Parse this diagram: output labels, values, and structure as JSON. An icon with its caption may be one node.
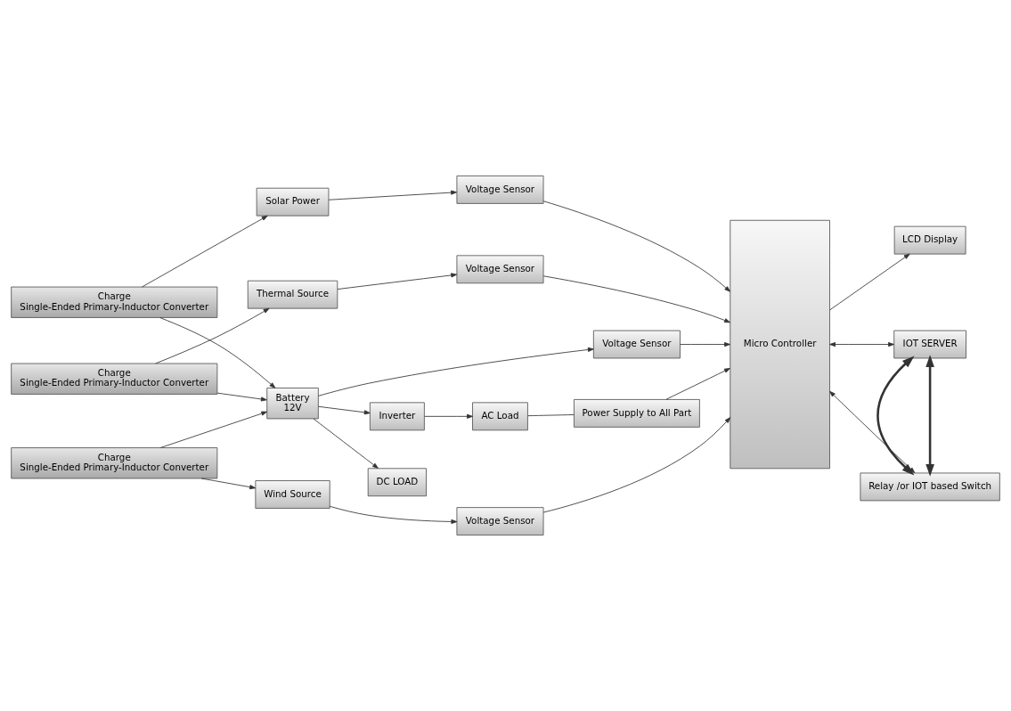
{
  "diagram": {
    "nodes": [
      {
        "text": [
          "Charge",
          "Single-Ended Primary-Inductor Converter"
        ]
      },
      {
        "text": [
          "Solar Power"
        ]
      },
      {
        "text": [
          "Voltage Sensor"
        ]
      },
      {
        "text": [
          "Charge",
          "Single-Ended Primary-Inductor Converter"
        ]
      },
      {
        "text": [
          "Thermal Source"
        ]
      },
      {
        "text": [
          "Voltage Sensor"
        ]
      },
      {
        "text": [
          "Charge",
          "Single-Ended Primary-Inductor Converter"
        ]
      },
      {
        "text": [
          "Wind Source"
        ]
      },
      {
        "text": [
          "Voltage Sensor"
        ]
      },
      {
        "text": [
          "Micro Controller"
        ]
      },
      {
        "text": [
          "LCD Display"
        ]
      },
      {
        "text": [
          "IOT SERVER"
        ]
      },
      {
        "text": [
          "Relay /or IOT based Switch"
        ]
      },
      {
        "text": [
          "Battery",
          "12V"
        ]
      },
      {
        "text": [
          "Voltage Sensor"
        ]
      },
      {
        "text": [
          "DC LOAD"
        ]
      },
      {
        "text": [
          "Inverter"
        ]
      },
      {
        "text": [
          "AC Load"
        ]
      },
      {
        "text": [
          "Power Supply to All Part"
        ]
      }
    ],
    "edges": [
      {
        "from": 0,
        "to": 1,
        "arrow": "to"
      },
      {
        "from": 1,
        "to": 2,
        "arrow": "to"
      },
      {
        "from": 2,
        "to": 9,
        "arrow": "to"
      },
      {
        "from": 3,
        "to": 4,
        "arrow": "to"
      },
      {
        "from": 4,
        "to": 5,
        "arrow": "to"
      },
      {
        "from": 5,
        "to": 9,
        "arrow": "to"
      },
      {
        "from": 6,
        "to": 7,
        "arrow": "to"
      },
      {
        "from": 7,
        "to": 8,
        "arrow": "to"
      },
      {
        "from": 8,
        "to": 9,
        "arrow": "to"
      },
      {
        "from": 0,
        "to": 13,
        "arrow": "to"
      },
      {
        "from": 3,
        "to": 13,
        "arrow": "to"
      },
      {
        "from": 6,
        "to": 13,
        "arrow": "to"
      },
      {
        "from": 13,
        "to": 14,
        "arrow": "to"
      },
      {
        "from": 14,
        "to": 9,
        "arrow": "to"
      },
      {
        "from": 9,
        "to": 10,
        "arrow": "to"
      },
      {
        "from": 9,
        "to": 11,
        "arrow": "both"
      },
      {
        "from": 9,
        "to": 12,
        "arrow": "both"
      },
      {
        "from": 11,
        "to": 12,
        "arrow": "both",
        "style": "thick"
      },
      {
        "from": 11,
        "to": 12,
        "arrow": "both",
        "style": "thick"
      },
      {
        "from": 13,
        "to": 15,
        "arrow": "to"
      },
      {
        "from": 13,
        "to": 16,
        "arrow": "to"
      },
      {
        "from": 16,
        "to": 17,
        "arrow": "to"
      },
      {
        "from": 17,
        "to": 18,
        "arrow": "none"
      },
      {
        "from": 18,
        "to": 9,
        "arrow": "to"
      }
    ]
  }
}
